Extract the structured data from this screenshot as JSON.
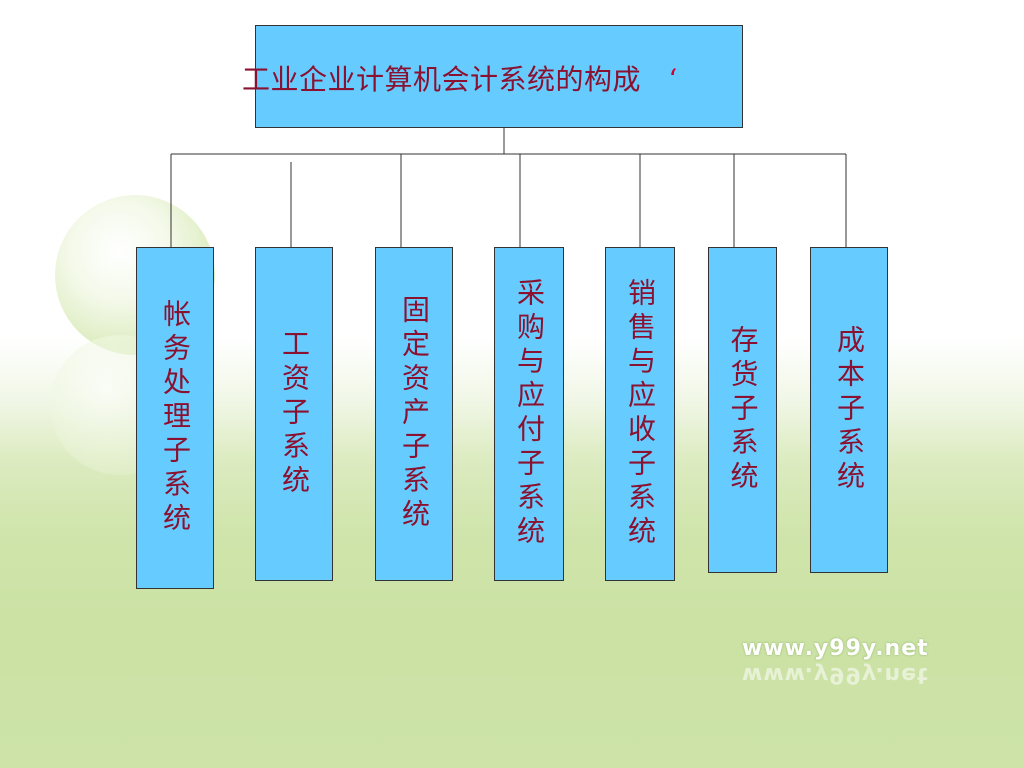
{
  "diagram": {
    "root": {
      "title": "工业企业计算机会计系统的构成",
      "trailing_mark": "‘"
    },
    "children": [
      {
        "id": "ledger",
        "label": "帐务处理子系统"
      },
      {
        "id": "payroll",
        "label": "工资子系统"
      },
      {
        "id": "fixed_assets",
        "label": "固定资产子系统"
      },
      {
        "id": "purchasing",
        "label": "采购与应付子系统"
      },
      {
        "id": "sales",
        "label": "销售与应收子系统"
      },
      {
        "id": "inventory",
        "label": "存货子系统"
      },
      {
        "id": "cost",
        "label": "成本子系统"
      }
    ]
  },
  "watermark": {
    "text": "www.y99y.net"
  },
  "colors": {
    "box_fill": "#66ccff",
    "text": "#8a1130",
    "line": "#333333"
  }
}
